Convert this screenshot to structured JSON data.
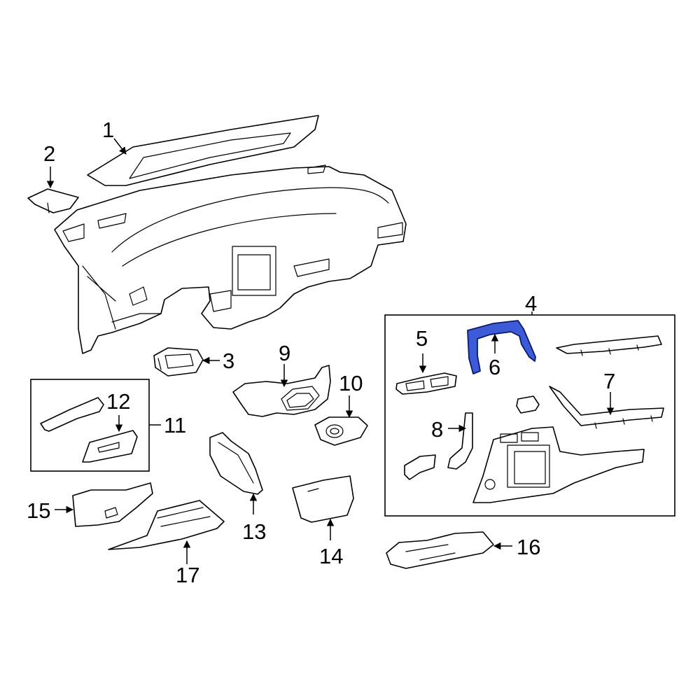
{
  "diagram": {
    "highlight_color": "#3d5bd6",
    "callouts": [
      {
        "id": "1",
        "text": "1"
      },
      {
        "id": "2",
        "text": "2"
      },
      {
        "id": "3",
        "text": "3"
      },
      {
        "id": "4",
        "text": "4"
      },
      {
        "id": "5",
        "text": "5"
      },
      {
        "id": "6",
        "text": "6"
      },
      {
        "id": "7",
        "text": "7"
      },
      {
        "id": "8",
        "text": "8"
      },
      {
        "id": "9",
        "text": "9"
      },
      {
        "id": "10",
        "text": "10"
      },
      {
        "id": "11",
        "text": "11"
      },
      {
        "id": "12",
        "text": "12"
      },
      {
        "id": "13",
        "text": "13"
      },
      {
        "id": "14",
        "text": "14"
      },
      {
        "id": "15",
        "text": "15"
      },
      {
        "id": "16",
        "text": "16"
      },
      {
        "id": "17",
        "text": "17"
      }
    ],
    "highlighted_part": "6"
  }
}
